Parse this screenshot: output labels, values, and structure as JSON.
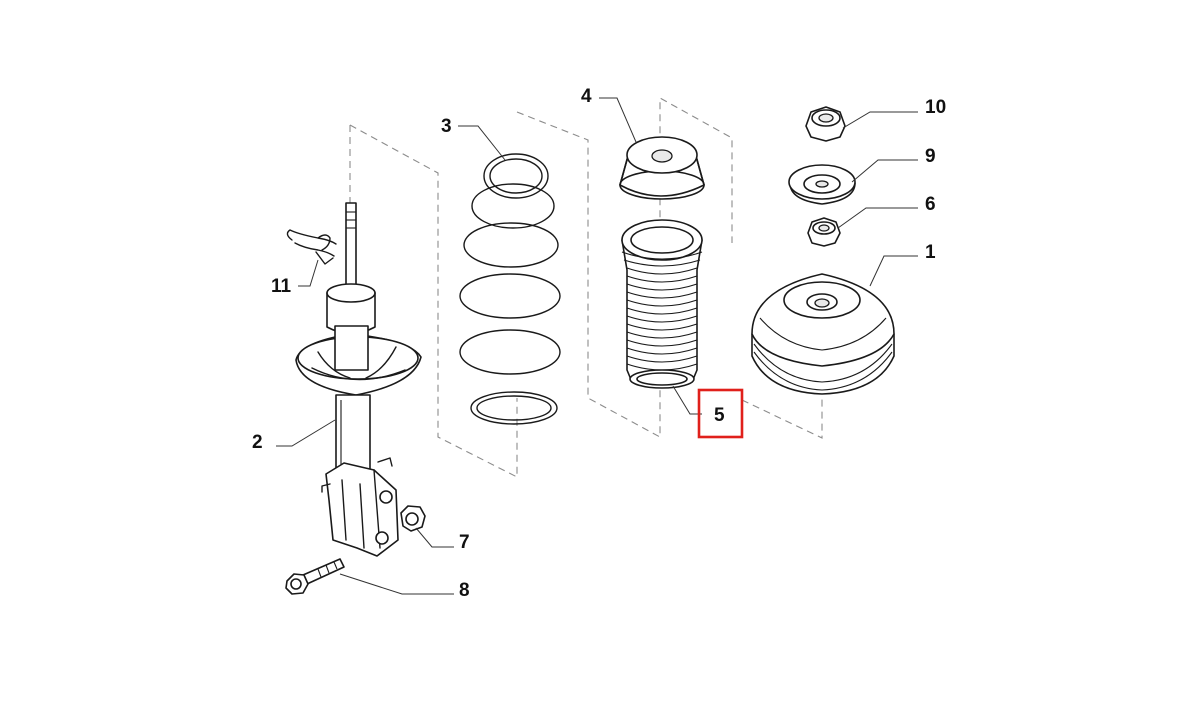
{
  "callouts": {
    "c1": "1",
    "c2": "2",
    "c3": "3",
    "c4": "4",
    "c5": "5",
    "c6": "6",
    "c7": "7",
    "c8": "8",
    "c9": "9",
    "c10": "10",
    "c11": "11"
  },
  "highlighted_callout": "5",
  "highlight_color": "#e0201b",
  "line_color": "#1a1a1a",
  "dash_color": "#8c8c8c"
}
